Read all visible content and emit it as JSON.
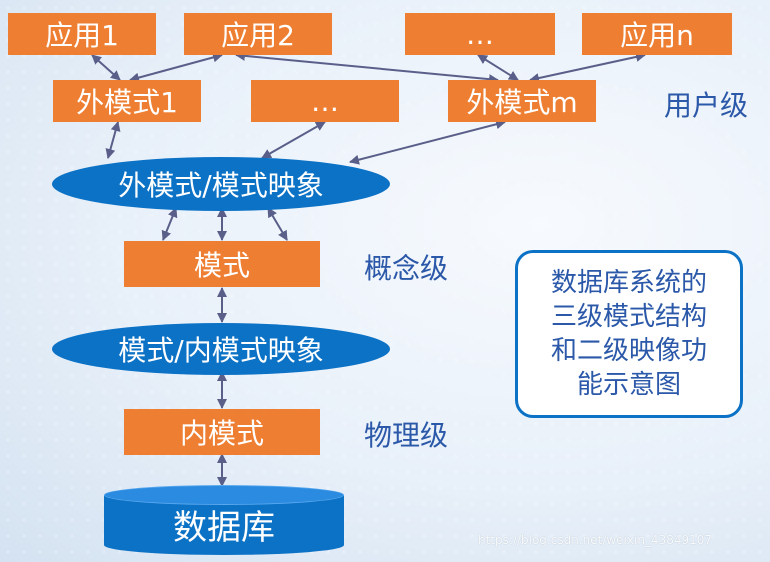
{
  "applications": [
    "应用1",
    "应用2",
    "…",
    "应用n"
  ],
  "external_schemas": [
    "外模式1",
    "…",
    "外模式m"
  ],
  "external_mapping": "外模式/模式映象",
  "schema": "模式",
  "internal_mapping": "模式/内模式映象",
  "internal_schema": "内模式",
  "database": "数据库",
  "levels": {
    "user": "用户级",
    "conceptual": "概念级",
    "physical": "物理级"
  },
  "caption": "数据库系统的三级模式结构和二级映像功能示意图",
  "watermark": "https://blog.csdn.net/weixin_43849107",
  "colors": {
    "box": "#ee7e31",
    "mapping": "#0c72c6",
    "label": "#2b58a8",
    "arrow": "#5a5f8a"
  }
}
